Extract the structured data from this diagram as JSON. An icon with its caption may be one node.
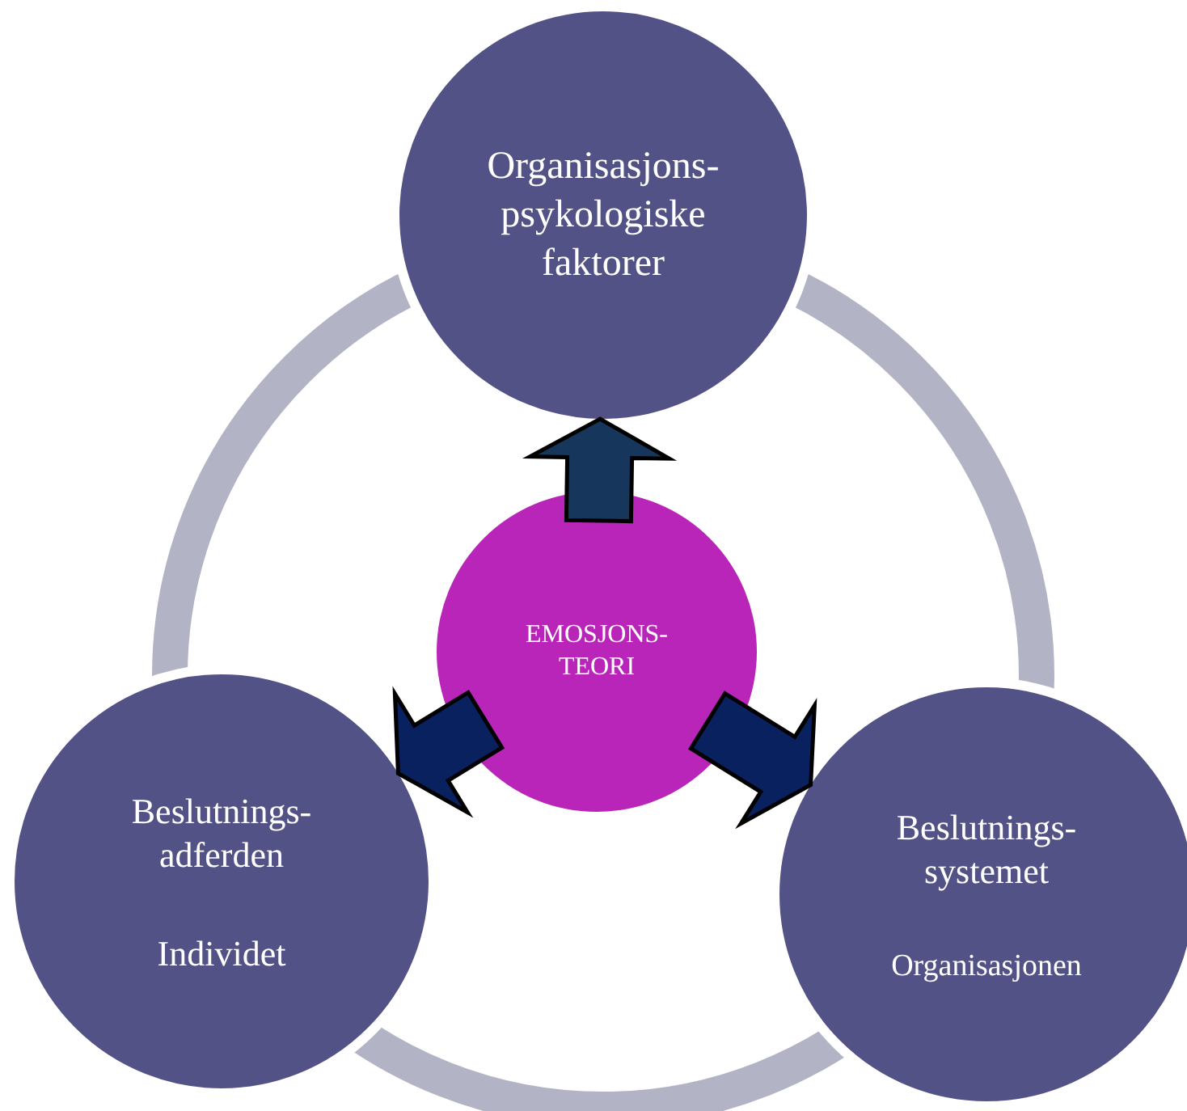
{
  "diagram": {
    "nodes": [
      {
        "text": [
          "Organisasjons- psykologiske faktorer"
        ]
      },
      {
        "text": [
          "EMOSJONS- TEORI"
        ]
      },
      {
        "text": [
          "Beslutnings- adferden",
          "Individet"
        ]
      },
      {
        "text": [
          "Beslutnings- systemet",
          "Organisasjonen"
        ]
      }
    ],
    "edges": [
      {
        "from": 1,
        "to": 0,
        "arrow": "to",
        "color": "#17365c"
      },
      {
        "from": 1,
        "to": 2,
        "arrow": "to"
      },
      {
        "from": 1,
        "to": 3,
        "arrow": "to"
      }
    ]
  }
}
